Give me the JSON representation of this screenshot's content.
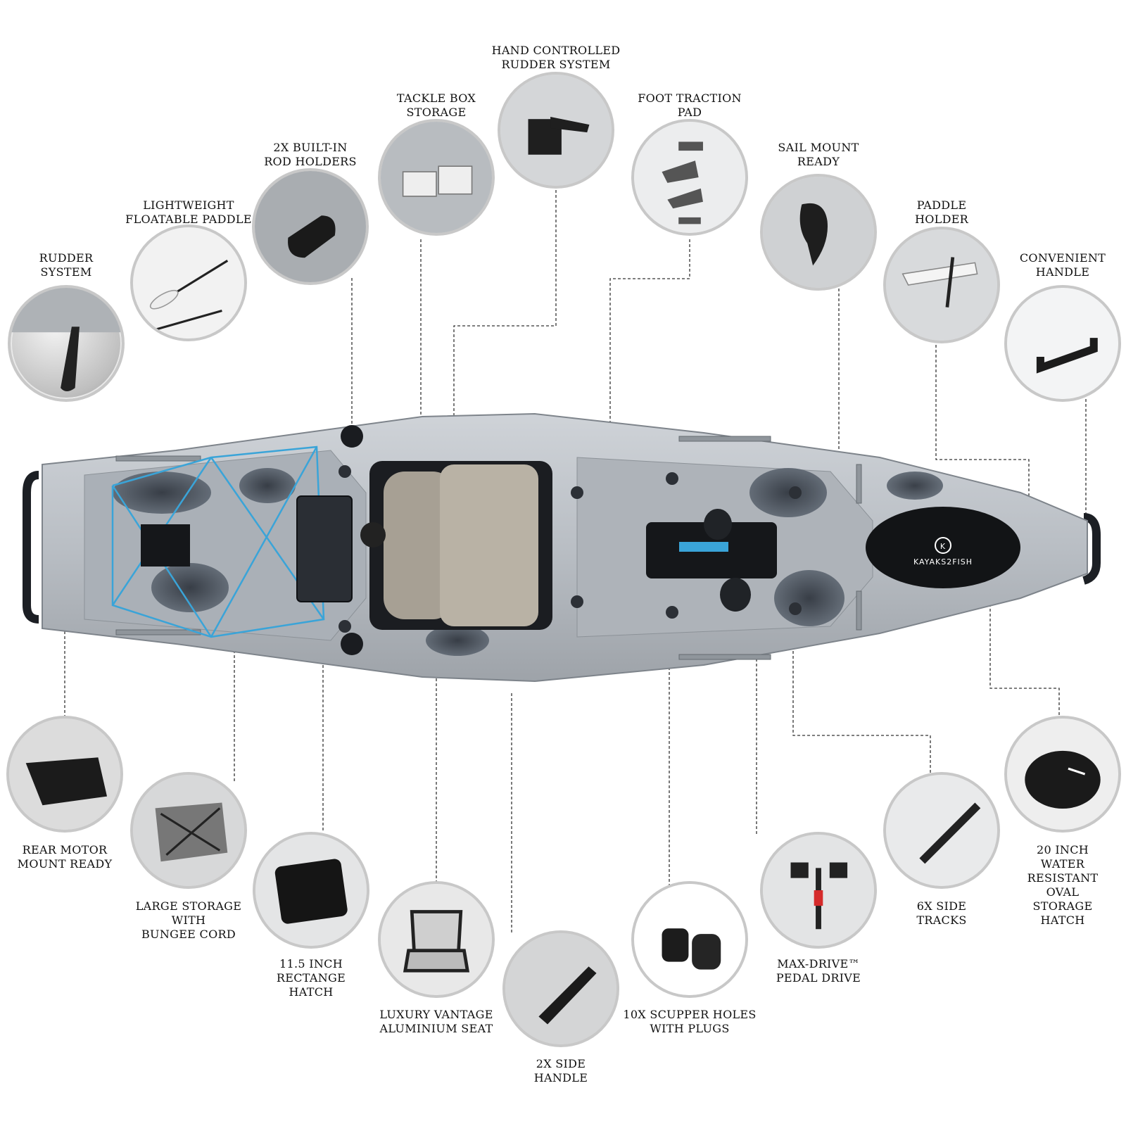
{
  "kayak": {
    "brand_text": "KAYAKS2FISH",
    "logo_letter": "K"
  },
  "features": [
    {
      "id": "rudder-system",
      "label": "RUDDER\nSYSTEM",
      "icon": "rudder-fin-icon"
    },
    {
      "id": "floatable-paddle",
      "label": "LIGHTWEIGHT\nFLOATABLE PADDLE",
      "icon": "paddle-icon"
    },
    {
      "id": "rod-holders",
      "label": "2X BUILT-IN\nROD HOLDERS",
      "icon": "rod-holder-icon"
    },
    {
      "id": "tackle-box",
      "label": "TACKLE BOX\nSTORAGE",
      "icon": "tackle-box-icon"
    },
    {
      "id": "hand-rudder",
      "label": "HAND CONTROLLED\nRUDDER SYSTEM",
      "icon": "rudder-lever-icon"
    },
    {
      "id": "foot-pad",
      "label": "FOOT TRACTION\nPAD",
      "icon": "traction-pad-icon"
    },
    {
      "id": "sail-mount",
      "label": "SAIL MOUNT\nREADY",
      "icon": "sail-mount-icon"
    },
    {
      "id": "paddle-holder",
      "label": "PADDLE\nHOLDER",
      "icon": "paddle-holder-icon"
    },
    {
      "id": "convenient-handle",
      "label": "CONVENIENT\nHANDLE",
      "icon": "carry-handle-icon"
    },
    {
      "id": "rear-motor",
      "label": "REAR MOTOR\nMOUNT READY",
      "icon": "motor-mount-icon"
    },
    {
      "id": "large-storage",
      "label": "LARGE STORAGE\nWITH\nBUNGEE CORD",
      "icon": "bungee-storage-icon"
    },
    {
      "id": "rect-hatch",
      "label": "11.5 INCH\nRECTANGE\nHATCH",
      "icon": "rect-hatch-icon"
    },
    {
      "id": "vantage-seat",
      "label": "LUXURY VANTAGE\nALUMINIUM SEAT",
      "icon": "seat-icon"
    },
    {
      "id": "side-handle",
      "label": "2X SIDE\nHANDLE",
      "icon": "side-handle-icon"
    },
    {
      "id": "scupper-plugs",
      "label": "10X SCUPPER HOLES\nWITH PLUGS",
      "icon": "scupper-plug-icon"
    },
    {
      "id": "pedal-drive",
      "label": "MAX-DRIVE™\nPEDAL DRIVE",
      "icon": "pedal-drive-icon"
    },
    {
      "id": "side-tracks",
      "label": "6X SIDE\nTRACKS",
      "icon": "track-rail-icon"
    },
    {
      "id": "oval-hatch",
      "label": "20 INCH\nWATER RESISTANT\nOVAL STORAGE\nHATCH",
      "icon": "oval-hatch-icon"
    }
  ]
}
